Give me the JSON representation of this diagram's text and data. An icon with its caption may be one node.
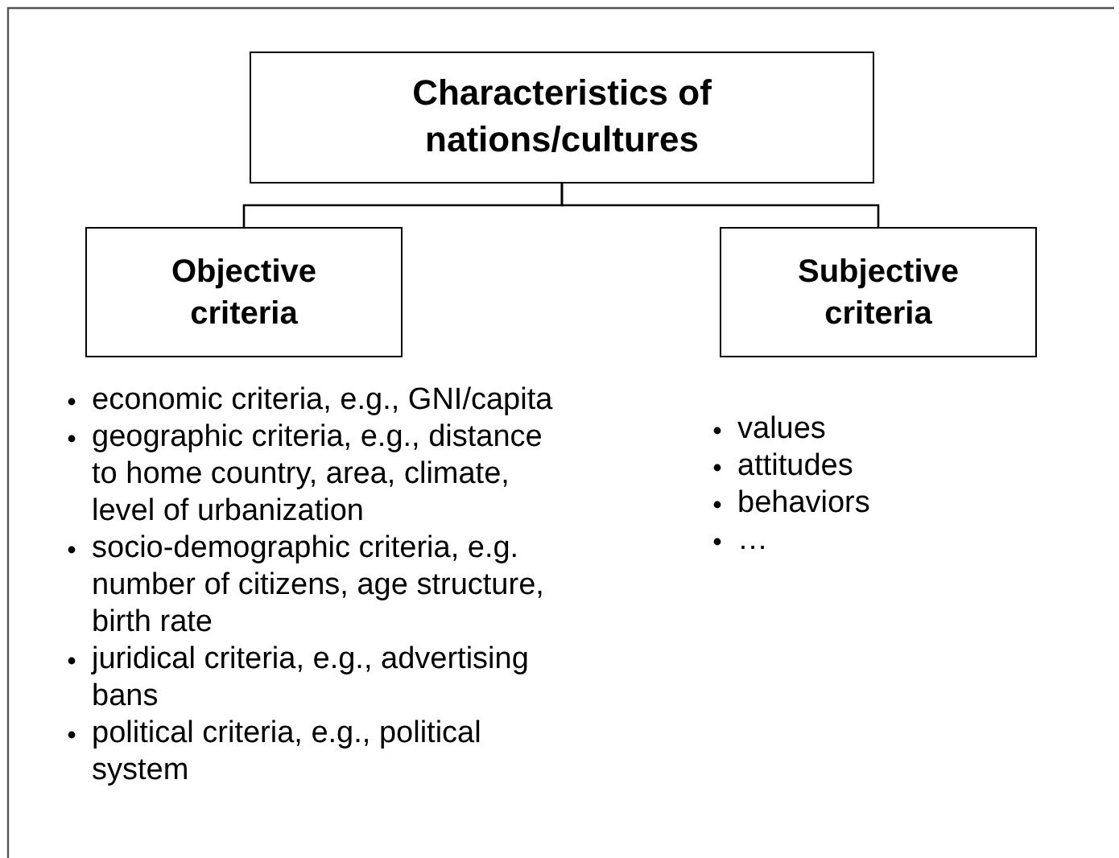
{
  "diagram": {
    "nodes": [
      {
        "text": [
          "Characteristics of nations/cultures"
        ]
      },
      {
        "text": [
          "Objective criteria"
        ]
      },
      {
        "text": [
          "Subjective criteria"
        ]
      }
    ],
    "edges": [
      {
        "from": 0,
        "to": 1,
        "arrow": "none"
      },
      {
        "from": 0,
        "to": 2,
        "arrow": "none"
      }
    ],
    "labels": [
      "economic criteria, e.g., GNI/capita",
      "geographic criteria, e.g., distance to home country, area, climate, level of urbanization",
      "socio-demographic criteria, e.g. number of citizens, age structure, birth rate",
      "juridical criteria, e.g., advertising bans",
      "political criteria, e.g., political system",
      "values",
      "attitudes",
      "behaviors",
      "…"
    ]
  }
}
